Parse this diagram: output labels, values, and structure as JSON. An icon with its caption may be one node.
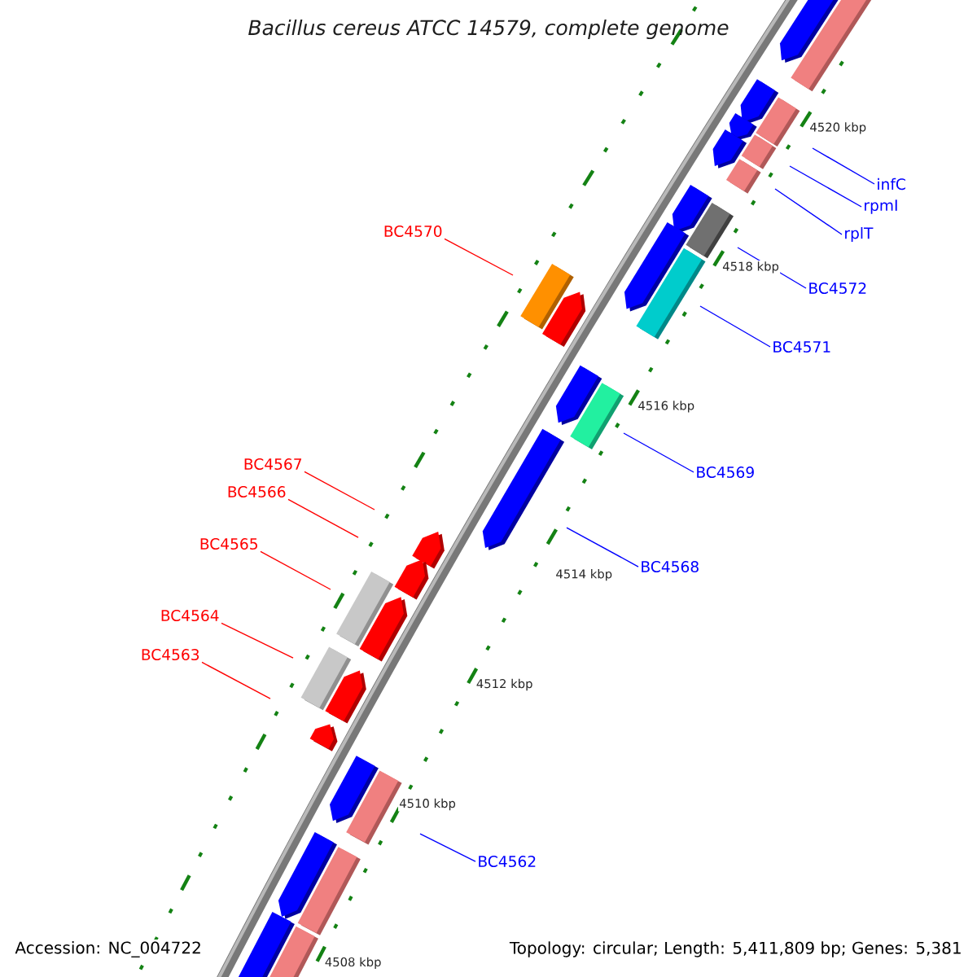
{
  "diagram": {
    "title": "Bacillus cereus ATCC 14579, complete genome",
    "nodes": [
      {
        "text": [
          "infC"
        ]
      },
      {
        "text": [
          "rpmI"
        ]
      },
      {
        "text": [
          "BC4570"
        ]
      },
      {
        "text": [
          "rplT"
        ]
      },
      {
        "text": [
          "BC4572"
        ]
      },
      {
        "text": [
          "BC4571"
        ]
      },
      {
        "text": [
          "BC4569"
        ]
      },
      {
        "text": [
          "BC4567"
        ]
      },
      {
        "text": [
          "BC4566"
        ]
      },
      {
        "text": [
          "BC4565"
        ]
      },
      {
        "text": [
          "BC4568"
        ]
      },
      {
        "text": [
          "BC4564"
        ]
      },
      {
        "text": [
          "BC4563"
        ]
      },
      {
        "text": [
          "BC4562"
        ]
      }
    ],
    "edges": [
      {
        "from": 0,
        "to": null,
        "arrow": "none",
        "color": "#0000ff"
      },
      {
        "from": 1,
        "to": null,
        "arrow": "none",
        "color": "#0000ff"
      },
      {
        "from": 2,
        "to": null,
        "arrow": "none",
        "color": "#ff0000"
      },
      {
        "from": 3,
        "to": null,
        "arrow": "none",
        "color": "#0000ff"
      },
      {
        "from": 4,
        "to": null,
        "arrow": "none",
        "color": "#0000ff"
      },
      {
        "from": 5,
        "to": null,
        "arrow": "none",
        "color": "#0000ff"
      },
      {
        "from": 6,
        "to": null,
        "arrow": "none",
        "color": "#0000ff"
      },
      {
        "from": 7,
        "to": null,
        "arrow": "none",
        "color": "#ff0000"
      },
      {
        "from": 8,
        "to": null,
        "arrow": "none",
        "color": "#ff0000"
      },
      {
        "from": 9,
        "to": null,
        "arrow": "none",
        "color": "#ff0000"
      },
      {
        "from": 10,
        "to": null,
        "arrow": "none",
        "color": "#0000ff"
      },
      {
        "from": 11,
        "to": null,
        "arrow": "none",
        "color": "#ff0000"
      },
      {
        "from": 12,
        "to": null,
        "arrow": "none",
        "color": "#ff0000"
      },
      {
        "from": 13,
        "to": null,
        "arrow": "none",
        "color": "#0000ff"
      }
    ],
    "labels": [
      "4520 kbp",
      "4518 kbp",
      "4516 kbp",
      "4514 kbp",
      "4512 kbp",
      "4510 kbp",
      "4508 kbp",
      "Accession: NC_004722",
      "Topology: circular; Length: 5,411,809 bp; Genes: 5,381"
    ]
  }
}
